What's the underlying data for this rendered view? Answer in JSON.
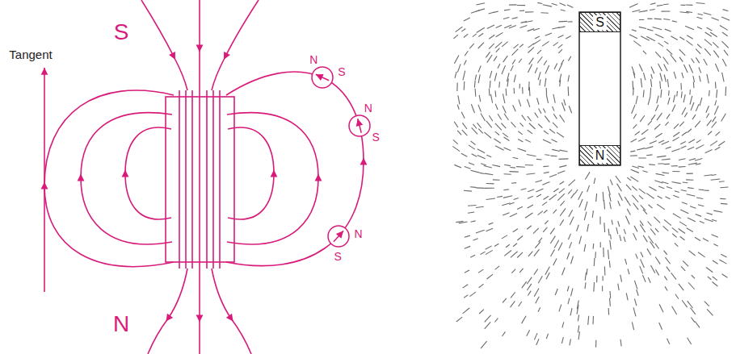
{
  "diagram": {
    "nodes": [
      {
        "text": [
          "S"
        ]
      },
      {
        "text": [
          "N"
        ]
      }
    ],
    "labels": [
      "Tangent",
      "S",
      "N",
      "S",
      "N",
      "S",
      "N",
      "S",
      "N"
    ]
  }
}
